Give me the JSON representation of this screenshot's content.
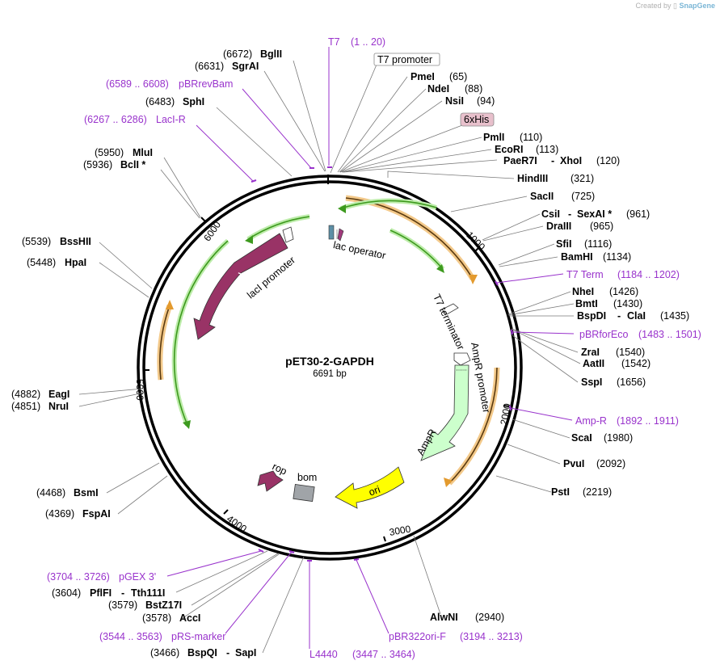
{
  "credit": {
    "prefix": "Created by",
    "brand": "SnapGene"
  },
  "plasmid": {
    "name": "pET30-2-GAPDH",
    "length": "6691 bp"
  },
  "ticks": [
    "1000",
    "2000",
    "3000",
    "4000",
    "5000",
    "6000"
  ],
  "sites": [
    {
      "enzyme": "BglII",
      "pos": "(6672)"
    },
    {
      "enzyme": "SgrAI",
      "pos": "(6631)"
    },
    {
      "enzyme": "SphI",
      "pos": "(6483)"
    },
    {
      "enzyme": "MluI",
      "pos": "(5950)"
    },
    {
      "enzyme": "BclI *",
      "pos": "(5936)"
    },
    {
      "enzyme": "BssHII",
      "pos": "(5539)"
    },
    {
      "enzyme": "HpaI",
      "pos": "(5448)"
    },
    {
      "enzyme": "EagI",
      "pos": "(4882)"
    },
    {
      "enzyme": "NruI",
      "pos": "(4851)"
    },
    {
      "enzyme": "BsmI",
      "pos": "(4468)"
    },
    {
      "enzyme": "FspAI",
      "pos": "(4369)"
    },
    {
      "enzyme": "PflFI",
      "enzyme2": "Tth111I",
      "pos": "(3604)"
    },
    {
      "enzyme": "BstZ17I",
      "pos": "(3579)"
    },
    {
      "enzyme": "AccI",
      "pos": "(3578)"
    },
    {
      "enzyme": "BspQI",
      "enzyme2": "SapI",
      "pos": "(3466)"
    },
    {
      "enzyme": "AlwNI",
      "pos": "(2940)"
    },
    {
      "enzyme": "PstI",
      "pos": "(2219)"
    },
    {
      "enzyme": "PvuI",
      "pos": "(2092)"
    },
    {
      "enzyme": "ScaI",
      "pos": "(1980)"
    },
    {
      "enzyme": "SspI",
      "pos": "(1656)"
    },
    {
      "enzyme": "AatII",
      "pos": "(1542)"
    },
    {
      "enzyme": "ZraI",
      "pos": "(1540)"
    },
    {
      "enzyme": "BspDI",
      "enzyme2": "ClaI",
      "pos": "(1435)"
    },
    {
      "enzyme": "BmtI",
      "pos": "(1430)"
    },
    {
      "enzyme": "NheI",
      "pos": "(1426)"
    },
    {
      "enzyme": "BamHI",
      "pos": "(1134)"
    },
    {
      "enzyme": "SfiI",
      "pos": "(1116)"
    },
    {
      "enzyme": "DraIII",
      "pos": "(965)"
    },
    {
      "enzyme": "CsiI",
      "enzyme2": "SexAI *",
      "pos": "(961)"
    },
    {
      "enzyme": "SacII",
      "pos": "(725)"
    },
    {
      "enzyme": "HindIII",
      "pos": "(321)"
    },
    {
      "enzyme": "PaeR7I",
      "enzyme2": "XhoI",
      "pos": "(120)"
    },
    {
      "enzyme": "EcoRI",
      "pos": "(113)"
    },
    {
      "enzyme": "PmlI",
      "pos": "(110)"
    },
    {
      "enzyme": "NsiI",
      "pos": "(94)"
    },
    {
      "enzyme": "NdeI",
      "pos": "(88)"
    },
    {
      "enzyme": "PmeI",
      "pos": "(65)"
    }
  ],
  "primers": [
    {
      "name": "T7",
      "range": "(1 .. 20)"
    },
    {
      "name": "pBRrevBam",
      "range": "(6589 .. 6608)"
    },
    {
      "name": "LacI-R",
      "range": "(6267 .. 6286)"
    },
    {
      "name": "T7 Term",
      "range": "(1184 .. 1202)"
    },
    {
      "name": "pBRforEco",
      "range": "(1483 .. 1501)"
    },
    {
      "name": "Amp-R",
      "range": "(1892 .. 1911)"
    },
    {
      "name": "pBR322ori-F",
      "range": "(3194 .. 3213)"
    },
    {
      "name": "L4440",
      "range": "(3447 .. 3464)"
    },
    {
      "name": "pRS-marker",
      "range": "(3544 .. 3563)"
    },
    {
      "name": "pGEX 3'",
      "range": "(3704 .. 3726)"
    }
  ],
  "features": {
    "t7_promoter": "T7 promoter",
    "his_tag": "6xHis",
    "lac_operator": "lac operator",
    "laci": "lacI",
    "laci_promoter": "lacI promoter",
    "t7_terminator": "T7 terminator",
    "ampr_promoter": "AmpR promoter",
    "ampr": "AmpR",
    "ori": "ori",
    "rop": "rop",
    "bom": "bom"
  },
  "colors": {
    "ring": "#000000",
    "primer": "#9933cc",
    "orf_green": "#3d9a1e",
    "orf_orange": "#e39a2e",
    "laci": "#993366",
    "ampr": "#ccffcc",
    "ori": "#ffff00",
    "bom": "#a0a4a8",
    "his_tag": "#e8c0cc"
  }
}
